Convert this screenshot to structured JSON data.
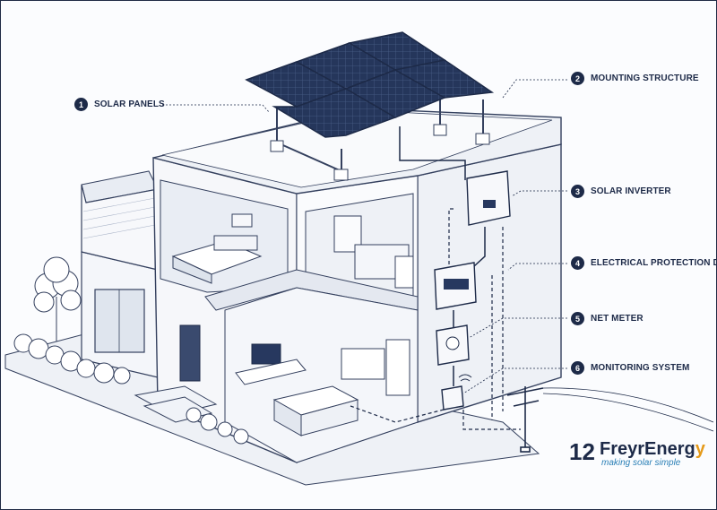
{
  "labels": [
    {
      "num": "1",
      "text": "SOLAR PANELS"
    },
    {
      "num": "2",
      "text": "MOUNTING STRUCTURE"
    },
    {
      "num": "3",
      "text": "SOLAR INVERTER"
    },
    {
      "num": "4",
      "text": "ELECTRICAL PROTECTION DEVICES"
    },
    {
      "num": "5",
      "text": "NET METER"
    },
    {
      "num": "6",
      "text": "MONITORING SYSTEM"
    }
  ],
  "brand": {
    "number": "12",
    "name_main": "Freyr",
    "name_accent": "Energ",
    "name_tail": "y",
    "tagline": "making solar simple"
  },
  "colors": {
    "ink": "#1d2a48",
    "panel": "#27385f",
    "accent": "#e59a1a",
    "tagline": "#2a7fb6"
  }
}
